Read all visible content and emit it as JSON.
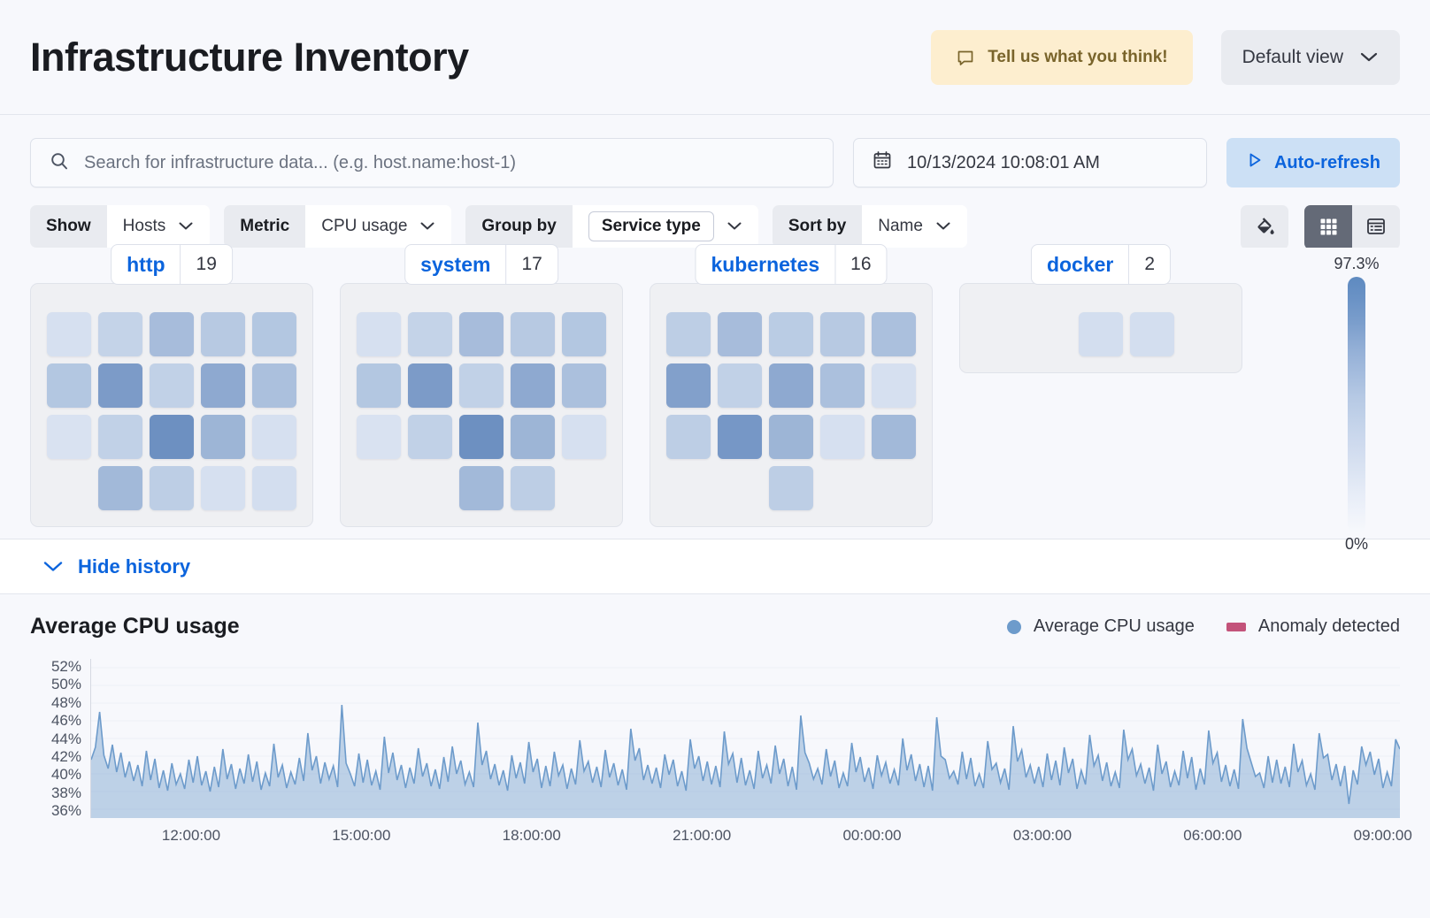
{
  "header": {
    "title": "Infrastructure Inventory",
    "feedback_label": "Tell us what you think!",
    "feedback_icon": "comment-icon",
    "view_label": "Default view",
    "view_icon": "chevron-down-icon"
  },
  "search": {
    "placeholder": "Search for infrastructure data... (e.g. host.name:host-1)",
    "value": "",
    "icon": "search-icon"
  },
  "datepicker": {
    "value": "10/13/2024 10:08:01 AM",
    "icon": "calendar-icon"
  },
  "refresh": {
    "label": "Auto-refresh",
    "icon": "play-icon"
  },
  "filters": [
    {
      "label": "Show",
      "value": "Hosts",
      "boxed": false,
      "icon": "chevron-down-icon"
    },
    {
      "label": "Metric",
      "value": "CPU usage",
      "boxed": false,
      "icon": "chevron-down-icon"
    },
    {
      "label": "Group by",
      "value": "Service type",
      "boxed": true,
      "icon": "chevron-down-icon"
    },
    {
      "label": "Sort by",
      "value": "Name",
      "boxed": false,
      "icon": "chevron-down-icon"
    }
  ],
  "toolbar": {
    "palette_icon": "paint-bucket-icon",
    "grid_view_icon": "grid-view-icon",
    "list_view_icon": "list-view-icon",
    "active_view": "grid"
  },
  "legend": {
    "max": "97.3%",
    "min": "0%"
  },
  "groups": [
    {
      "name": "http",
      "count": "19",
      "rows": [
        {
          "offset": 0,
          "values": [
            24,
            36,
            52,
            44,
            46
          ]
        },
        {
          "offset": 0,
          "values": [
            46,
            68,
            38,
            62,
            50
          ]
        },
        {
          "offset": 0,
          "values": [
            22,
            38,
            74,
            56,
            24
          ]
        },
        {
          "offset": 1,
          "values": [
            54,
            40,
            24,
            26
          ]
        }
      ]
    },
    {
      "name": "system",
      "count": "17",
      "rows": [
        {
          "offset": 0,
          "values": [
            24,
            36,
            52,
            44,
            46
          ]
        },
        {
          "offset": 0,
          "values": [
            46,
            68,
            38,
            62,
            50
          ]
        },
        {
          "offset": 0,
          "values": [
            22,
            38,
            74,
            56,
            24
          ]
        },
        {
          "offset": 2,
          "values": [
            54,
            40
          ]
        }
      ]
    },
    {
      "name": "kubernetes",
      "count": "16",
      "rows": [
        {
          "offset": 0,
          "values": [
            40,
            52,
            42,
            44,
            50
          ]
        },
        {
          "offset": 0,
          "values": [
            66,
            38,
            62,
            50,
            24
          ]
        },
        {
          "offset": 0,
          "values": [
            40,
            70,
            56,
            24,
            54
          ]
        },
        {
          "offset": 2,
          "values": [
            40
          ]
        }
      ]
    },
    {
      "name": "docker",
      "count": "2",
      "rows": [
        {
          "offset": 2,
          "values": [
            26,
            26
          ]
        }
      ]
    }
  ],
  "history_toggle": {
    "label": "Hide history",
    "icon": "chevron-down-icon"
  },
  "chart_data": {
    "type": "area",
    "title": "Average CPU usage",
    "xlabel": "",
    "ylabel": "",
    "ylim": [
      35,
      53
    ],
    "grid": true,
    "legend_position": "top-right",
    "legend": [
      {
        "name": "Average CPU usage",
        "color": "#6D9BCB",
        "marker": "dot"
      },
      {
        "name": "Anomaly detected",
        "color": "#C3537A",
        "marker": "square"
      }
    ],
    "ytick_labels": [
      "52%",
      "50%",
      "48%",
      "46%",
      "44%",
      "42%",
      "40%",
      "38%",
      "36%"
    ],
    "ytick_values": [
      52,
      50,
      48,
      46,
      44,
      42,
      40,
      38,
      36
    ],
    "xtick_labels": [
      "12:00:00",
      "15:00:00",
      "18:00:00",
      "21:00:00",
      "00:00:00",
      "03:00:00",
      "06:00:00",
      "09:00:00"
    ],
    "xtick_positions": [
      0.077,
      0.207,
      0.337,
      0.467,
      0.597,
      0.727,
      0.857,
      0.987
    ],
    "series": [
      {
        "name": "Average CPU usage",
        "color": "#6D9BCB",
        "values": [
          41.6,
          43.0,
          47.0,
          42.1,
          40.6,
          43.3,
          40.2,
          42.4,
          39.6,
          41.4,
          39.2,
          41.0,
          38.6,
          42.6,
          39.3,
          41.7,
          38.4,
          40.4,
          38.1,
          41.2,
          38.8,
          40.0,
          38.3,
          41.6,
          39.0,
          42.0,
          38.7,
          40.3,
          38.0,
          40.8,
          38.5,
          42.8,
          39.4,
          41.1,
          38.3,
          40.6,
          38.9,
          42.2,
          39.1,
          41.4,
          38.2,
          40.1,
          38.6,
          43.4,
          39.6,
          41.0,
          38.4,
          40.2,
          38.8,
          41.8,
          39.2,
          44.6,
          40.4,
          42.0,
          38.9,
          41.3,
          39.4,
          40.9,
          38.5,
          47.8,
          41.2,
          40.0,
          38.6,
          42.3,
          39.0,
          41.6,
          38.7,
          40.3,
          38.2,
          44.2,
          40.1,
          42.4,
          39.3,
          41.0,
          38.4,
          40.7,
          38.9,
          42.9,
          39.7,
          41.2,
          38.6,
          40.5,
          38.3,
          41.9,
          39.1,
          43.1,
          40.0,
          41.5,
          38.8,
          40.2,
          38.5,
          45.8,
          41.0,
          42.6,
          39.4,
          41.1,
          38.7,
          40.4,
          38.1,
          42.1,
          39.5,
          41.3,
          38.9,
          43.6,
          40.2,
          41.7,
          38.4,
          40.9,
          38.6,
          42.5,
          39.8,
          41.0,
          38.3,
          40.6,
          38.8,
          43.8,
          40.3,
          41.4,
          39.0,
          40.8,
          38.5,
          42.7,
          39.6,
          41.2,
          38.7,
          40.5,
          38.2,
          45.1,
          41.5,
          42.9,
          39.3,
          41.0,
          38.9,
          40.7,
          38.4,
          42.2,
          39.9,
          41.6,
          38.6,
          40.3,
          38.1,
          43.9,
          40.6,
          42.0,
          39.2,
          41.4,
          38.8,
          40.9,
          38.5,
          44.8,
          41.1,
          42.3,
          39.0,
          41.8,
          38.7,
          40.4,
          38.3,
          42.6,
          39.5,
          41.0,
          38.9,
          43.2,
          40.0,
          41.7,
          38.6,
          40.8,
          38.2,
          46.6,
          42.4,
          41.2,
          39.4,
          40.6,
          38.8,
          42.8,
          39.7,
          41.5,
          38.4,
          40.1,
          38.6,
          43.5,
          40.2,
          41.9,
          39.1,
          40.7,
          38.3,
          42.1,
          39.8,
          41.3,
          38.9,
          40.5,
          38.7,
          44.0,
          40.4,
          42.2,
          39.2,
          41.1,
          38.5,
          40.9,
          38.1,
          46.4,
          42.0,
          41.6,
          39.5,
          40.3,
          38.8,
          42.5,
          39.4,
          41.8,
          38.6,
          40.0,
          38.4,
          43.7,
          40.5,
          41.2,
          39.0,
          40.6,
          38.2,
          45.4,
          41.4,
          42.7,
          39.6,
          41.0,
          38.9,
          40.8,
          38.5,
          42.3,
          39.3,
          41.5,
          38.7,
          43.0,
          40.1,
          41.7,
          38.3,
          40.4,
          38.8,
          44.4,
          40.9,
          42.1,
          39.2,
          41.3,
          38.6,
          40.2,
          38.4,
          45.0,
          41.6,
          42.8,
          39.8,
          41.1,
          38.9,
          40.7,
          38.1,
          43.3,
          40.0,
          41.4,
          38.5,
          40.3,
          38.7,
          42.6,
          39.5,
          41.9,
          38.2,
          40.6,
          38.8,
          44.9,
          41.2,
          42.4,
          39.1,
          41.0,
          38.6,
          40.5,
          38.3,
          46.2,
          42.9,
          41.3,
          39.7,
          40.1,
          38.4,
          42.0,
          39.0,
          41.6,
          38.9,
          40.8,
          38.5,
          43.4,
          40.2,
          41.5,
          38.7,
          40.0,
          38.2,
          44.6,
          41.8,
          42.2,
          39.3,
          41.1,
          38.6,
          40.9,
          36.6,
          40.4,
          38.8,
          43.1,
          41.0,
          42.5,
          39.9,
          41.7,
          38.4,
          40.2,
          38.6,
          43.9,
          42.8
        ]
      }
    ]
  }
}
